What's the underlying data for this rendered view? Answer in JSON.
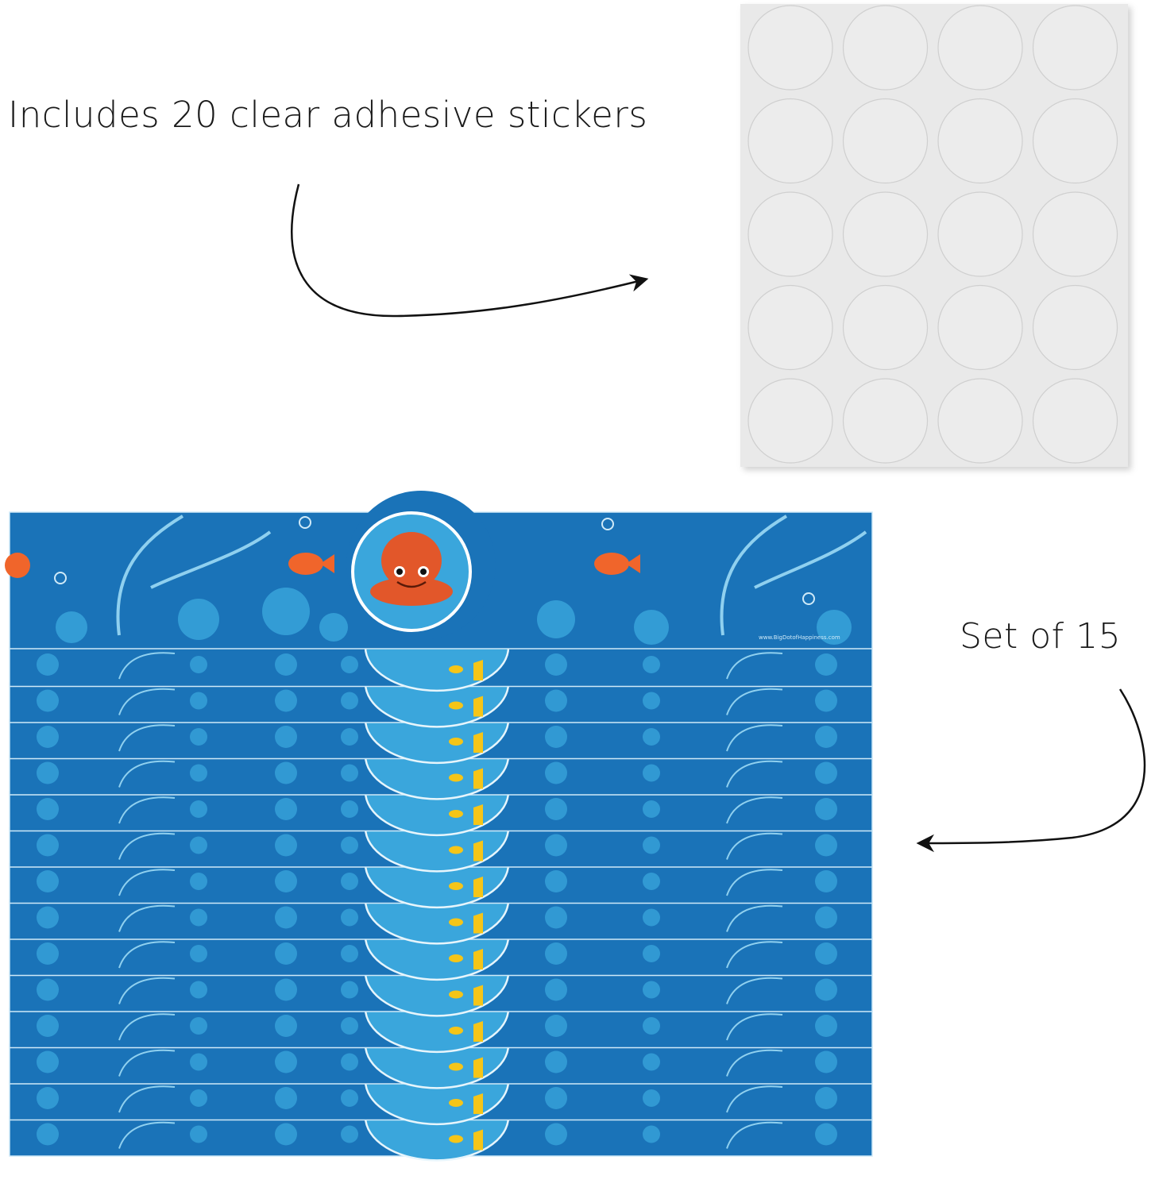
{
  "captions": {
    "stickers": "Includes 20 clear adhesive stickers",
    "set": "Set of 15"
  },
  "sticker_sheet": {
    "rows": 5,
    "columns": 4,
    "count": 20
  },
  "wrappers": {
    "count": 15
  },
  "colors": {
    "sheet": "#e9e9e9",
    "sticker_outline": "#cfcfcf",
    "ocean_dark": "#1a73b8",
    "ocean_light": "#3aa6dc",
    "octopus": "#e2572a",
    "fish": "#f0652b",
    "accent_yellow": "#f5c518"
  },
  "logo_text": "www.BigDotofHappiness.com"
}
